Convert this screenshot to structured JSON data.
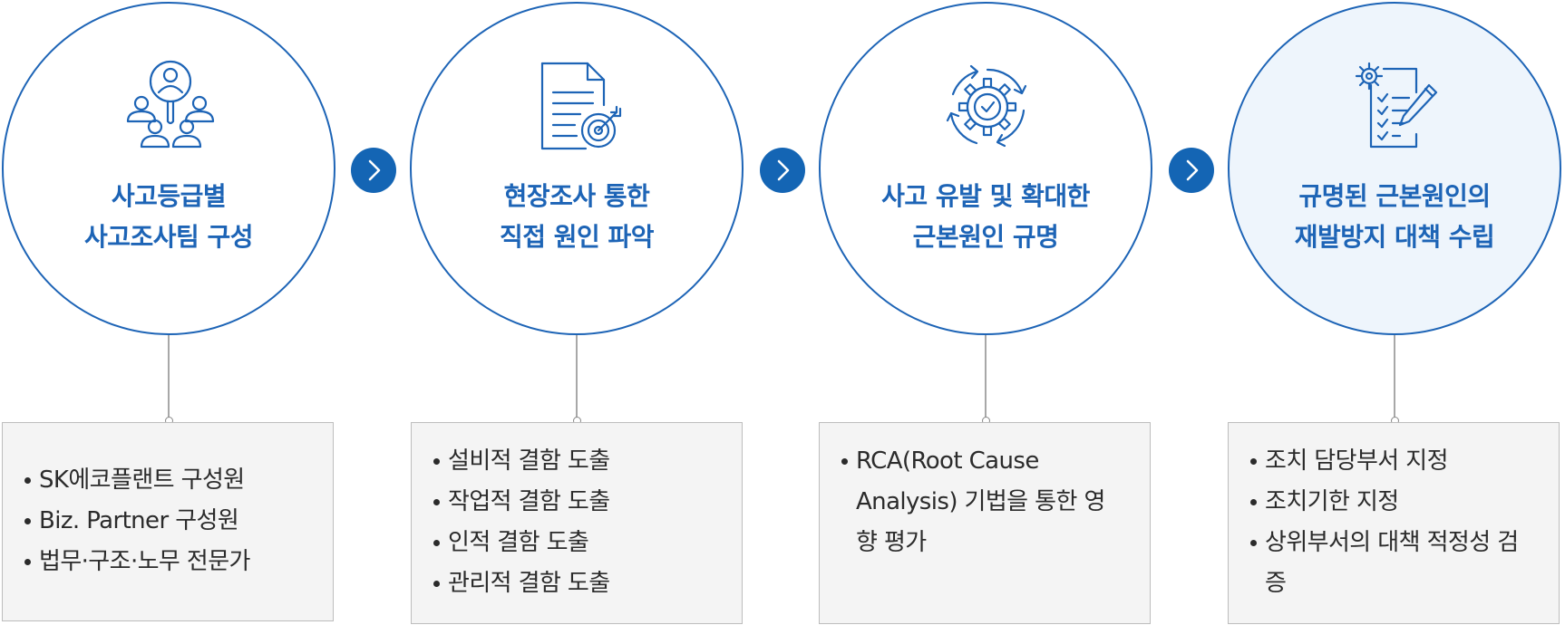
{
  "colors": {
    "primary": "#1d64b6",
    "box_bg": "#f4f4f4",
    "highlight_bg": "#eef5fc"
  },
  "steps": [
    {
      "icon": "team-search-icon",
      "title_lines": [
        "사고등급별",
        "사고조사팀 구성"
      ],
      "items": [
        "SK에코플랜트 구성원",
        "Biz. Partner 구성원",
        "법무·구조·노무 전문가"
      ]
    },
    {
      "icon": "document-target-icon",
      "title_lines": [
        "현장조사 통한",
        "직접 원인 파악"
      ],
      "items": [
        "설비적 결함 도출",
        "작업적 결함 도출",
        "인적 결함 도출",
        "관리적 결함 도출"
      ]
    },
    {
      "icon": "gear-cycle-icon",
      "title_lines": [
        "사고 유발 및 확대한",
        "근본원인 규명"
      ],
      "items": [
        "RCA(Root Cause Analysis) 기법을 통한 영향 평가"
      ]
    },
    {
      "icon": "checklist-gear-pen-icon",
      "title_lines": [
        "규명된 근본원인의",
        "재발방지 대책 수립"
      ],
      "items": [
        "조치 담당부서 지정",
        "조치기한 지정",
        "상위부서의 대책 적정성 검증"
      ]
    }
  ]
}
